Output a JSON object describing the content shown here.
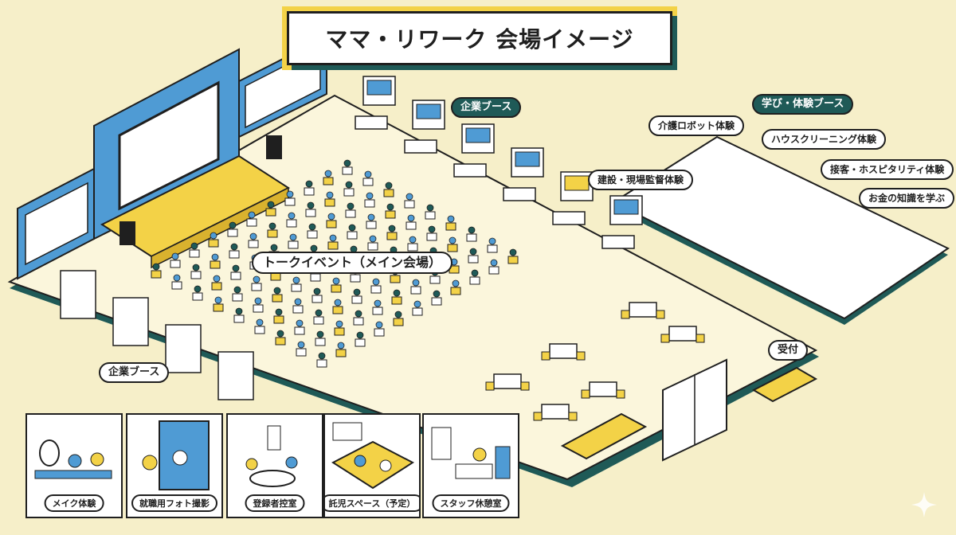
{
  "title": "ママ・リワーク 会場イメージ",
  "labels": {
    "main_event": "トークイベント（メイン会場）",
    "company_booth_top": "企業ブース",
    "company_booth_left": "企業ブース",
    "learning_booth": "学び・体験ブース",
    "care_robot": "介護ロボット体験",
    "house_cleaning": "ハウスクリーニング体験",
    "hospitality": "接客・ホスピタリティ体験",
    "construction": "建設・現場監督体験",
    "money": "お金の知識を学ぶ",
    "reception": "受付"
  },
  "rooms": [
    {
      "label": "メイク体験"
    },
    {
      "label": "就職用フォト撮影"
    },
    {
      "label": "登録者控室"
    },
    {
      "label": "託児スペース（予定）"
    },
    {
      "label": "スタッフ休憩室"
    }
  ],
  "colors": {
    "background": "#f6efc9",
    "accent_yellow": "#f3d247",
    "accent_teal": "#1f5a57",
    "accent_blue": "#4f9bd4",
    "outline": "#1f1f1f"
  }
}
